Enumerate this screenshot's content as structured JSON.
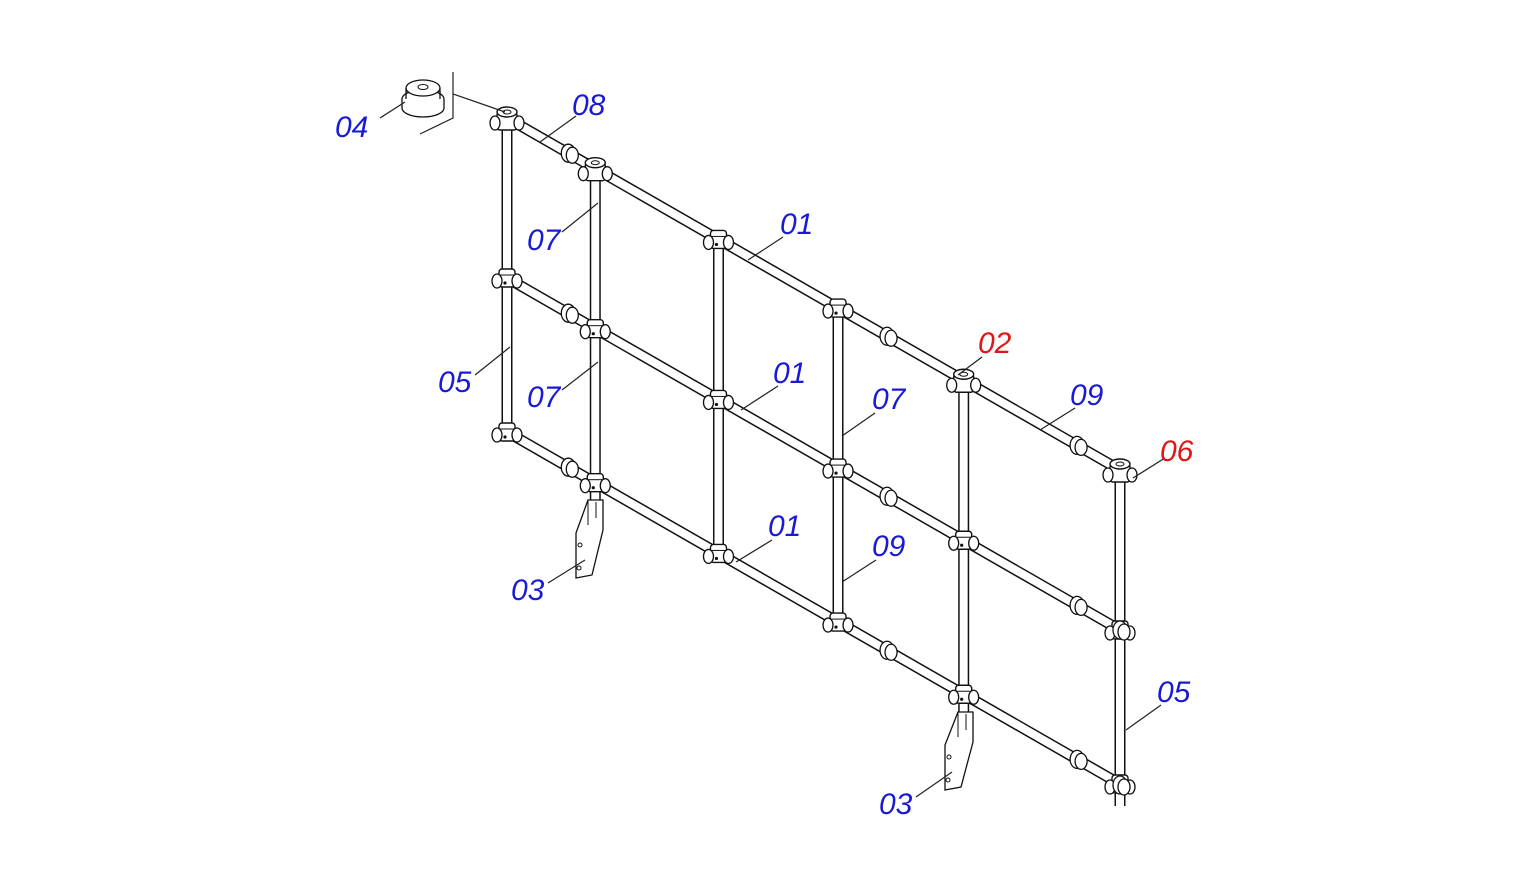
{
  "colors": {
    "label_default": "#1a1ad6",
    "label_highlight": "#e01515",
    "line": "#111111",
    "background": "#ffffff"
  },
  "labels": [
    {
      "id": "lbl-04",
      "text": "04",
      "highlight": false
    },
    {
      "id": "lbl-08",
      "text": "08",
      "highlight": false
    },
    {
      "id": "lbl-07a",
      "text": "07",
      "highlight": false
    },
    {
      "id": "lbl-01a",
      "text": "01",
      "highlight": false
    },
    {
      "id": "lbl-02",
      "text": "02",
      "highlight": true
    },
    {
      "id": "lbl-05a",
      "text": "05",
      "highlight": false
    },
    {
      "id": "lbl-07b",
      "text": "07",
      "highlight": false
    },
    {
      "id": "lbl-01b",
      "text": "01",
      "highlight": false
    },
    {
      "id": "lbl-07c",
      "text": "07",
      "highlight": false
    },
    {
      "id": "lbl-09a",
      "text": "09",
      "highlight": false
    },
    {
      "id": "lbl-06",
      "text": "06",
      "highlight": true
    },
    {
      "id": "lbl-01c",
      "text": "01",
      "highlight": false
    },
    {
      "id": "lbl-09b",
      "text": "09",
      "highlight": false
    },
    {
      "id": "lbl-03a",
      "text": "03",
      "highlight": false
    },
    {
      "id": "lbl-05b",
      "text": "05",
      "highlight": false
    },
    {
      "id": "lbl-03b",
      "text": "03",
      "highlight": false
    }
  ]
}
